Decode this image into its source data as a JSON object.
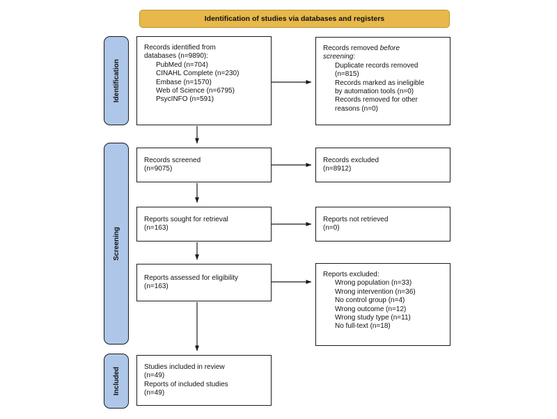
{
  "banner": {
    "label": "Identification of studies via databases and registers"
  },
  "stages": {
    "identification": "Identification",
    "screening": "Screening",
    "included": "Included"
  },
  "colors": {
    "banner_fill": "#E8B84B",
    "banner_border": "#BD9430",
    "stage_fill": "#AEC6E8",
    "stage_border": "#1a1a1a",
    "box_border": "#1a1a1a",
    "arrow": "#1a1a1a"
  },
  "boxes": {
    "identified": {
      "lines": [
        {
          "t": "Records identified from"
        },
        {
          "t": "databases (n=9890):"
        },
        {
          "t": "PubMed (n=704)",
          "ind": 1
        },
        {
          "t": "CINAHL Complete (n=230)",
          "ind": 1
        },
        {
          "t": "Embase (n=1570)",
          "ind": 1
        },
        {
          "t": "Web of Science (n=6795)",
          "ind": 1
        },
        {
          "t": "PsycINFO (n=591)",
          "ind": 1
        }
      ]
    },
    "removed": {
      "lines": [
        {
          "seg": [
            {
              "t": "Records removed "
            },
            {
              "t": "before",
              "i": true
            }
          ]
        },
        {
          "seg": [
            {
              "t": "screening",
              "i": true
            },
            {
              "t": ":"
            }
          ]
        },
        {
          "t": "Duplicate records removed",
          "ind": 1
        },
        {
          "t": "(n=815)",
          "ind": 1
        },
        {
          "t": "Records marked as ineligible",
          "ind": 1
        },
        {
          "t": "by automation tools (n=0)",
          "ind": 1
        },
        {
          "t": "Records removed for other",
          "ind": 1
        },
        {
          "t": "reasons (n=0)",
          "ind": 1
        }
      ]
    },
    "screened": {
      "lines": [
        {
          "t": "Records screened"
        },
        {
          "t": "(n=9075)"
        }
      ]
    },
    "excluded_records": {
      "lines": [
        {
          "t": "Records excluded"
        },
        {
          "t": "(n=8912)"
        }
      ]
    },
    "sought": {
      "lines": [
        {
          "t": "Reports sought for retrieval"
        },
        {
          "t": "(n=163)"
        }
      ]
    },
    "not_retrieved": {
      "lines": [
        {
          "t": "Reports not retrieved"
        },
        {
          "t": "(n=0)"
        }
      ]
    },
    "assessed": {
      "lines": [
        {
          "t": "Reports assessed for eligibility"
        },
        {
          "t": "(n=163)"
        }
      ]
    },
    "excluded_reports": {
      "lines": [
        {
          "t": "Reports excluded:"
        },
        {
          "t": "Wrong population (n=33)",
          "ind": 1
        },
        {
          "t": "Wrong intervention (n=36)",
          "ind": 1
        },
        {
          "t": "No control group (n=4)",
          "ind": 1
        },
        {
          "t": "Wrong outcome (n=12)",
          "ind": 1
        },
        {
          "t": "Wrong study type (n=11)",
          "ind": 1
        },
        {
          "t": "No full-text (n=18)",
          "ind": 1
        }
      ]
    },
    "included": {
      "lines": [
        {
          "t": "Studies included in review"
        },
        {
          "t": "(n=49)"
        },
        {
          "t": "Reports of included studies"
        },
        {
          "t": "(n=49)"
        }
      ]
    }
  }
}
